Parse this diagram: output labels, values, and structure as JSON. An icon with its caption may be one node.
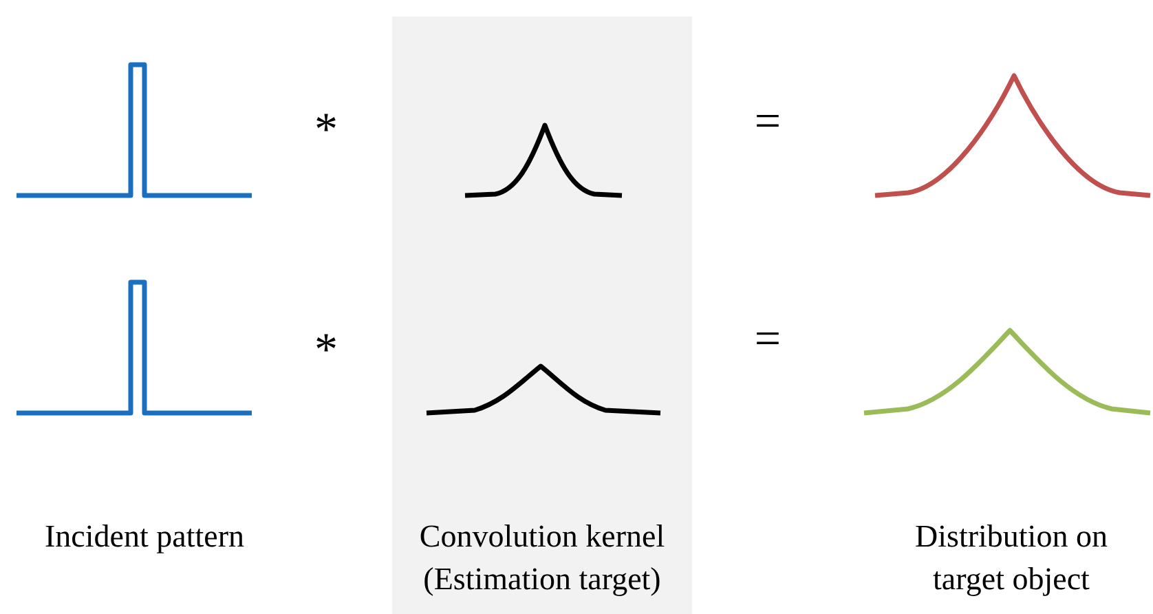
{
  "diagram": {
    "nodes": [
      {
        "text": [
          "Convolution kernel (Estimation target)"
        ]
      }
    ],
    "labels": [
      "*",
      "=",
      "*",
      "=",
      "Incident pattern",
      "Distribution on target object"
    ]
  }
}
